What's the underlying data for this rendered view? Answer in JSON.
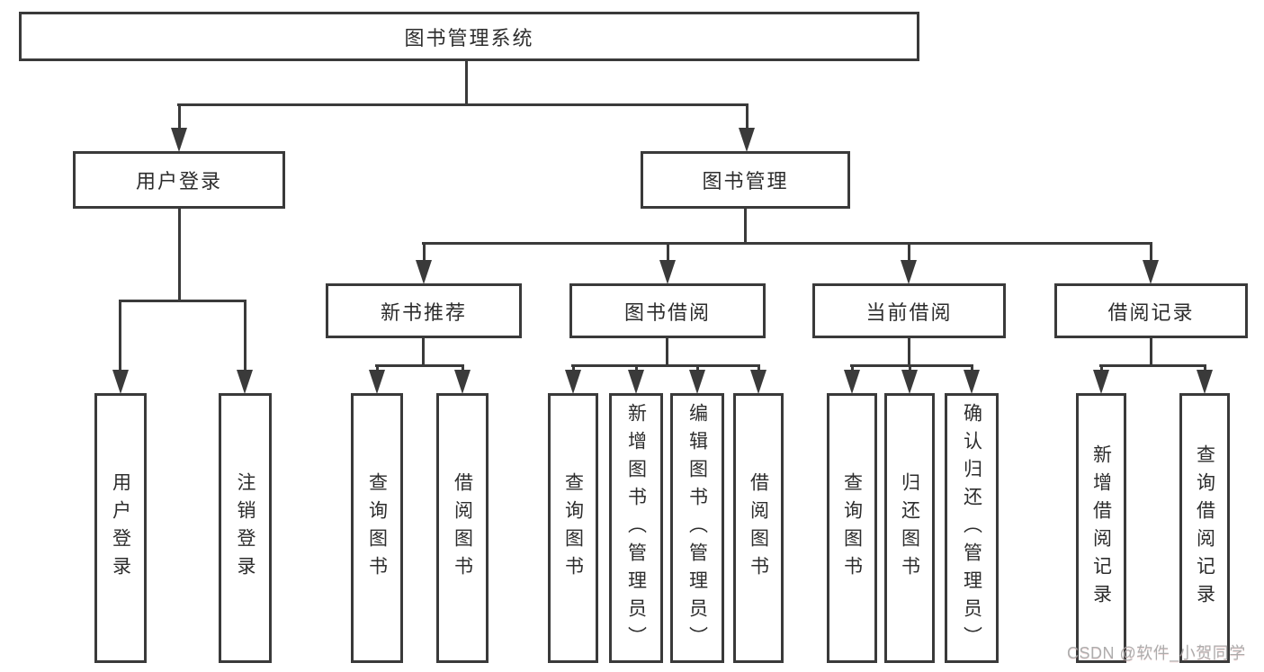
{
  "title": "图书管理系统",
  "level2": [
    {
      "label": "用户登录"
    },
    {
      "label": "图书管理"
    }
  ],
  "level3": [
    {
      "label": "新书推荐"
    },
    {
      "label": "图书借阅"
    },
    {
      "label": "当前借阅"
    },
    {
      "label": "借阅记录"
    }
  ],
  "leaves": {
    "user_login": [
      "用户登录",
      "注销登录"
    ],
    "new_book": [
      "查询图书",
      "借阅图书"
    ],
    "book_borrow": [
      "查询图书",
      "新增图书（管理员）",
      "编辑图书（管理员）",
      "借阅图书"
    ],
    "current_borrow": [
      "查询图书",
      "归还图书",
      "确认归还（管理员）"
    ],
    "borrow_record": [
      "新增借阅记录",
      "查询借阅记录"
    ]
  },
  "watermark": "CSDN @软件_小贺同学",
  "colors": {
    "line": "#3a3a3a",
    "text": "#2d2d2d",
    "background": "#ffffff",
    "watermark": "#a5a5a5"
  }
}
